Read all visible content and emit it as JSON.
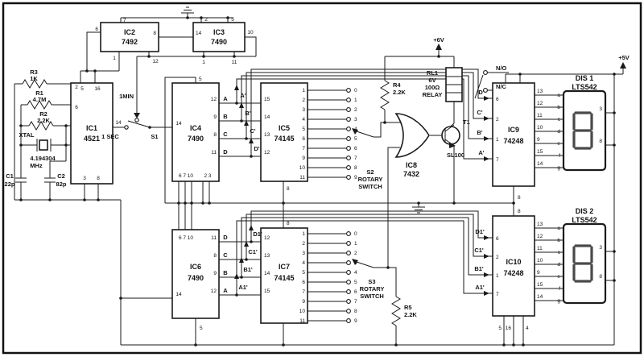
{
  "power": {
    "v6": "+6V",
    "v5": "+5V"
  },
  "ic1": {
    "name": "IC1",
    "part": "4521",
    "p_top_a": "5",
    "p_top_b": "16",
    "p_left_a": "2",
    "p_left_b": "6",
    "p_right": "14",
    "p_bot_a": "3",
    "p_bot_b": "8"
  },
  "ic2": {
    "name": "IC2",
    "part": "7492",
    "p_top": "7",
    "p_left": "6",
    "p_right": "8",
    "p_bot_a": "1",
    "p_bot_b": "12"
  },
  "ic3": {
    "name": "IC3",
    "part": "7490",
    "p_left": "14",
    "p_top_a": "2",
    "p_top_b": "5",
    "p_right": "10",
    "p_bot_a": "1",
    "p_bot_b": "11"
  },
  "ic4": {
    "name": "IC4",
    "part": "7490",
    "p_top": "5",
    "p_left": "14",
    "p_right": [
      "12",
      "9",
      "8",
      "11"
    ],
    "p_bot_a": "6 7 10",
    "p_bot_b": "2 3"
  },
  "ic5": {
    "name": "IC5",
    "part": "74145",
    "p_left": [
      "15",
      "14",
      "13",
      "12"
    ],
    "p_right": [
      "1",
      "2",
      "3",
      "4",
      "5",
      "6",
      "7",
      "9",
      "10",
      "11"
    ],
    "p_bot": "8"
  },
  "ic6": {
    "name": "IC6",
    "part": "7490",
    "p_top": "6 7 10",
    "p_left": "14",
    "p_right": [
      "11",
      "8",
      "9",
      "12"
    ],
    "p_bot": "5"
  },
  "ic7": {
    "name": "IC7",
    "part": "74145",
    "p_top": "8",
    "p_left": [
      "12",
      "13",
      "14",
      "15"
    ],
    "p_right": [
      "1",
      "2",
      "3",
      "4",
      "5",
      "6",
      "7",
      "9",
      "10",
      "11"
    ]
  },
  "ic8": {
    "name": "IC8",
    "part": "7432"
  },
  "ic9": {
    "name": "IC9",
    "part": "74248",
    "p_bot": "8",
    "in_labels": [
      "D'",
      "C'",
      "B'",
      "A'"
    ],
    "in_pins": [
      "6",
      "2",
      "1",
      "7"
    ],
    "p_right": [
      "13",
      "12",
      "11",
      "10",
      "9",
      "15",
      "14"
    ]
  },
  "ic10": {
    "name": "IC10",
    "part": "74248",
    "p_top": "8",
    "in_labels": [
      "D1'",
      "C1'",
      "B1'",
      "A1'"
    ],
    "in_pins": [
      "6",
      "2",
      "1",
      "7"
    ],
    "p_right": [
      "13",
      "12",
      "11",
      "10",
      "9",
      "15",
      "14"
    ],
    "p_bot": [
      "5",
      "16",
      "4"
    ]
  },
  "dis1": {
    "name": "DIS 1",
    "part": "LTS542",
    "seg": [
      "a",
      "b",
      "c",
      "d",
      "e",
      "f",
      "g"
    ],
    "p_a": "3",
    "p_b": "8"
  },
  "dis2": {
    "name": "DIS 2",
    "part": "LTS542",
    "seg": [
      "a",
      "b",
      "c",
      "d",
      "e",
      "f",
      "g"
    ],
    "p_a": "3",
    "p_b": "8"
  },
  "r1": {
    "name": "R1",
    "value": "4.7M"
  },
  "r2": {
    "name": "R2",
    "value": "2.2K"
  },
  "r3": {
    "name": "R3",
    "value": "1K"
  },
  "r4": {
    "name": "R4",
    "value": "2.2K"
  },
  "r5": {
    "name": "R5",
    "value": "2.2K"
  },
  "c1": {
    "name": "C1",
    "value": "22p"
  },
  "c2": {
    "name": "C2",
    "value": "82p"
  },
  "xtal": {
    "name": "XTAL",
    "freq": "4.194304",
    "unit": "MHz"
  },
  "t1": {
    "name": "T1",
    "part": "SL100"
  },
  "rl1": {
    "name": "RL1",
    "volt": "6V",
    "res": "100Ω",
    "kind": "RELAY",
    "no": "N/O",
    "nc": "N/C"
  },
  "s1": {
    "name": "S1",
    "pos_a": "1 SEC",
    "pos_b": "1MIN"
  },
  "s2": {
    "name": "S2",
    "l2": "ROTARY",
    "l3": "SWITCH",
    "contacts": [
      "0",
      "1",
      "2",
      "3",
      "4",
      "5",
      "6",
      "7",
      "8",
      "9"
    ]
  },
  "s3": {
    "name": "S3",
    "l2": "ROTARY",
    "l3": "SWITCH",
    "contacts": [
      "0",
      "1",
      "2",
      "3",
      "4",
      "5",
      "6",
      "7",
      "8",
      "9"
    ]
  },
  "bus_top": {
    "a": "A",
    "b": "B",
    "c": "C",
    "d": "D",
    "ap": "A'",
    "bp": "B'",
    "cp": "C'",
    "dp": "D'"
  },
  "bus_bot": {
    "d": "D",
    "c": "C",
    "b": "B",
    "a": "A",
    "dp": "D1'",
    "cp": "C1'",
    "bp": "B1'",
    "ap": "A1'"
  }
}
